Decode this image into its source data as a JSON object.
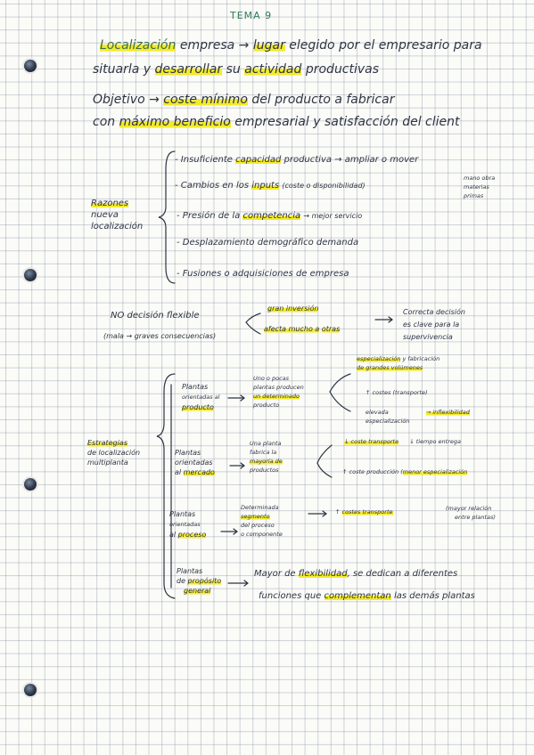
{
  "title": "TEMA 9",
  "intro": {
    "l1a": "Localización",
    "l1b": "empresa →",
    "l1c": "lugar",
    "l1d": "elegido por el empresario para",
    "l2a": "situarla y",
    "l2b": "desarrollar",
    "l2c": "su",
    "l2d": "actividad",
    "l2e": "productivas",
    "o1a": "Objetivo →",
    "o1b": "coste mínimo",
    "o1c": "del producto a fabricar",
    "o2a": "con",
    "o2b": "máximo beneficio",
    "o2c": "empresarial y satisfacción del client"
  },
  "razones": {
    "label1": "Razones",
    "label2": "nueva",
    "label3": "localización",
    "r1a": "- Insuficiente",
    "r1b": "capacidad",
    "r1c": "productiva → ampliar o mover",
    "r2a": "- Cambios en los",
    "r2b": "inputs",
    "r2c": "(coste o disponibilidad)",
    "r2d1": "mano obra",
    "r2d2": "materias",
    "r2d3": "primas",
    "r3a": "- Presión de la",
    "r3b": "competencia",
    "r3c": "→ mejor servicio",
    "r4": "- Desplazamiento demográfico demanda",
    "r5": "- Fusiones o adquisiciones de empresa"
  },
  "decision": {
    "a": "NO decisión flexible",
    "b": "(mala → graves consecuencias)",
    "c1": "gran inversión",
    "c2a": "afecta mucho a",
    "c2b": "otras",
    "d1": "Correcta decisión",
    "d2": "es clave para la",
    "d3": "supervivencia"
  },
  "estrategias": {
    "label1": "Estrategias",
    "label2": "de localización",
    "label3": "multiplanta",
    "p1a": "Plantas",
    "p1b": "orientadas al",
    "p1c": "producto",
    "p1d1": "Uno o pocas",
    "p1d2": "plantas producen",
    "p1d3": "un determinado",
    "p1d4": "producto",
    "p1e1": "especialización",
    "p1e2": "y fabricación",
    "p1e3": "de grandes volúmenes",
    "p1f": "↑ costes (transporte)",
    "p1g1": "elevada",
    "p1g2": "especialización",
    "p1g3": "→ inflexibilidad",
    "p2a": "Plantas",
    "p2b": "orientadas",
    "p2c": "al",
    "p2d": "mercado",
    "p2e1": "Una planta",
    "p2e2": "fabrica la",
    "p2e3": "mayoría de",
    "p2e4": "productos",
    "p2f1": "↓ coste transporte",
    "p2f2": "↓ tiempo entrega",
    "p2g1": "↑ coste producción (",
    "p2g2": "menor especialización",
    "p3a": "Plantas",
    "p3b": "orientadas",
    "p3c": "al",
    "p3d": "proceso",
    "p3e1": "Determinada",
    "p3e2": "segmento",
    "p3e3": "del proceso",
    "p3e4": "o componente",
    "p3f1": "↑",
    "p3f2": "costes transporte",
    "p3f3": "(mayor relación",
    "p3f4": "entre plantas)",
    "p4a": "Plantas",
    "p4b": "de",
    "p4c": "propósito",
    "p4d": "general",
    "p4e1": "Mayor de",
    "p4e2": "flexibilidad",
    "p4e3": ", se dedican a diferentes",
    "p4f1": "funciones que",
    "p4f2": "complementan",
    "p4f3": "las demás plantas"
  },
  "colors": {
    "ink": "#2d3444",
    "highlight": "#f3ea2c",
    "grid": "#8a94a8",
    "title_green": "#2f7b57"
  }
}
